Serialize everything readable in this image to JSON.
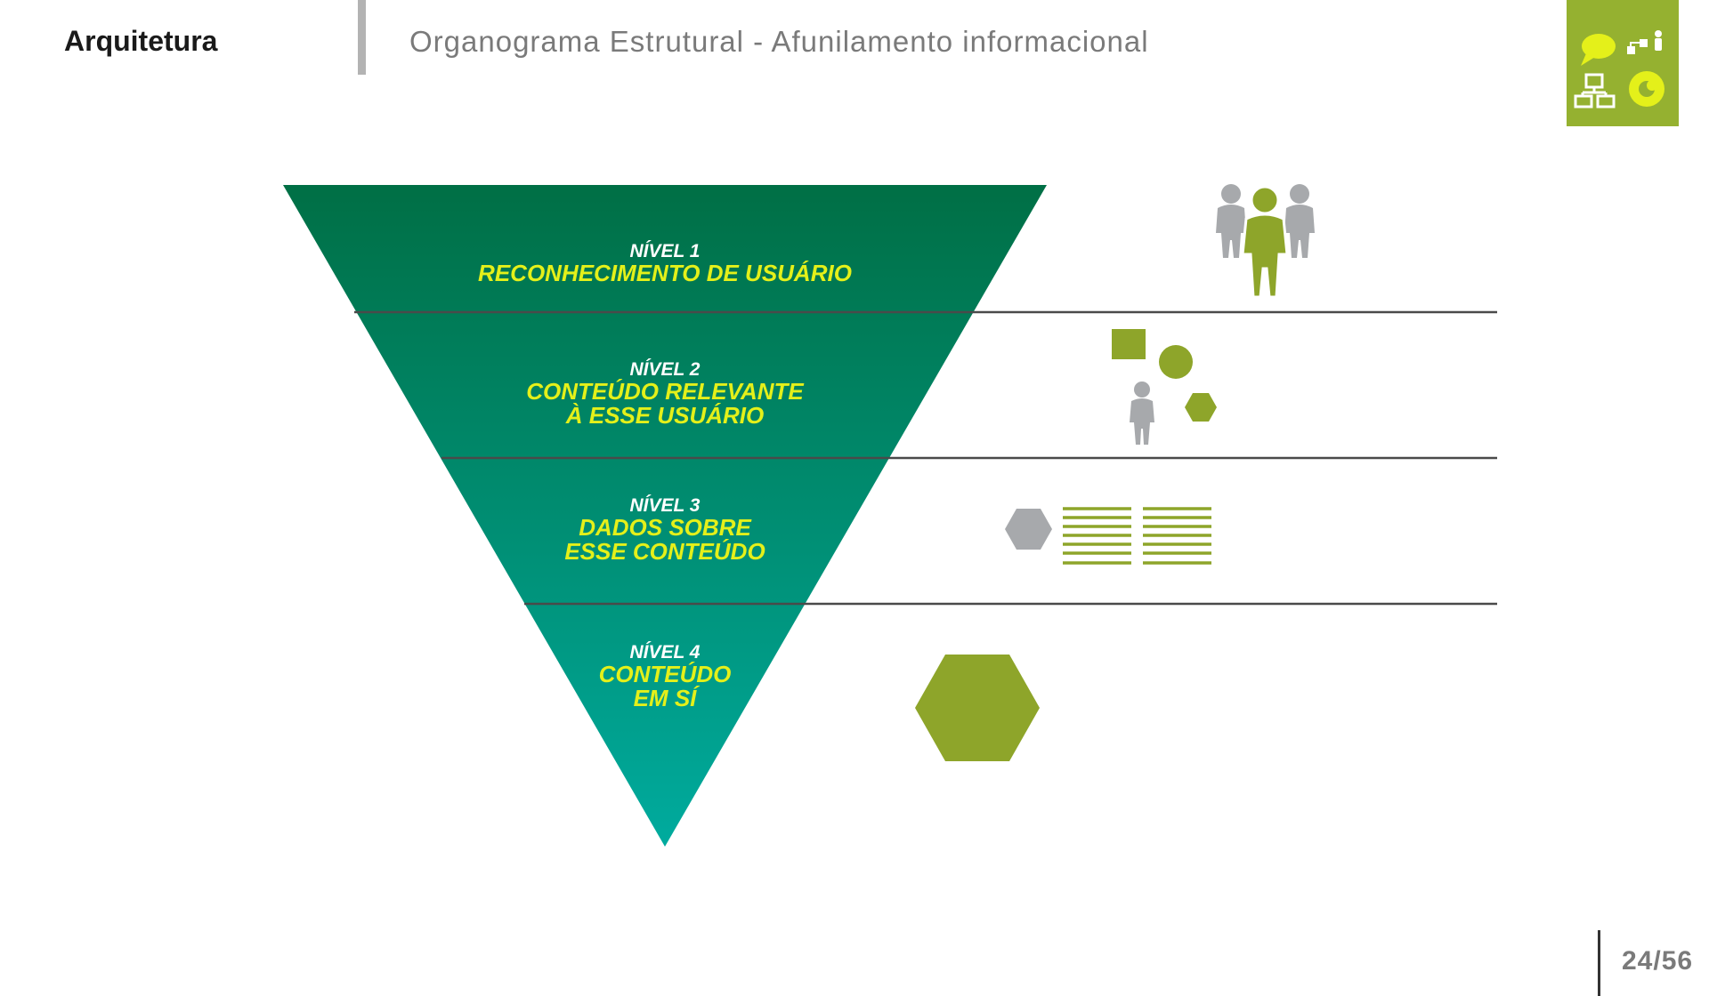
{
  "header": {
    "section": "Arquitetura",
    "title": "Organograma Estrutural - Afunilamento informacional"
  },
  "funnel": {
    "levels": [
      {
        "title": "NÍVEL 1",
        "lines": [
          "RECONHECIMENTO DE USUÁRIO"
        ]
      },
      {
        "title": "NÍVEL 2",
        "lines": [
          "CONTEÚDO RELEVANTE",
          "À ESSE USUÁRIO"
        ]
      },
      {
        "title": "NÍVEL 3",
        "lines": [
          "DADOS SOBRE",
          "ESSE CONTEÚDO"
        ]
      },
      {
        "title": "NÍVEL 4",
        "lines": [
          "CONTEÚDO",
          "EM SÍ"
        ]
      }
    ],
    "colors": {
      "top": "#006f45",
      "bottom": "#00ab9e",
      "accent": "#8ea52a",
      "gray": "#a7a9ac",
      "text": "#e4f01a"
    }
  },
  "icons": {
    "level1": "user-group-icon",
    "level2": "user-content-shapes-icon",
    "level3": "content-data-icon",
    "level4": "content-hexagon-icon",
    "brand": "architecture-brand-icon"
  },
  "footer": {
    "page": "24/56"
  }
}
